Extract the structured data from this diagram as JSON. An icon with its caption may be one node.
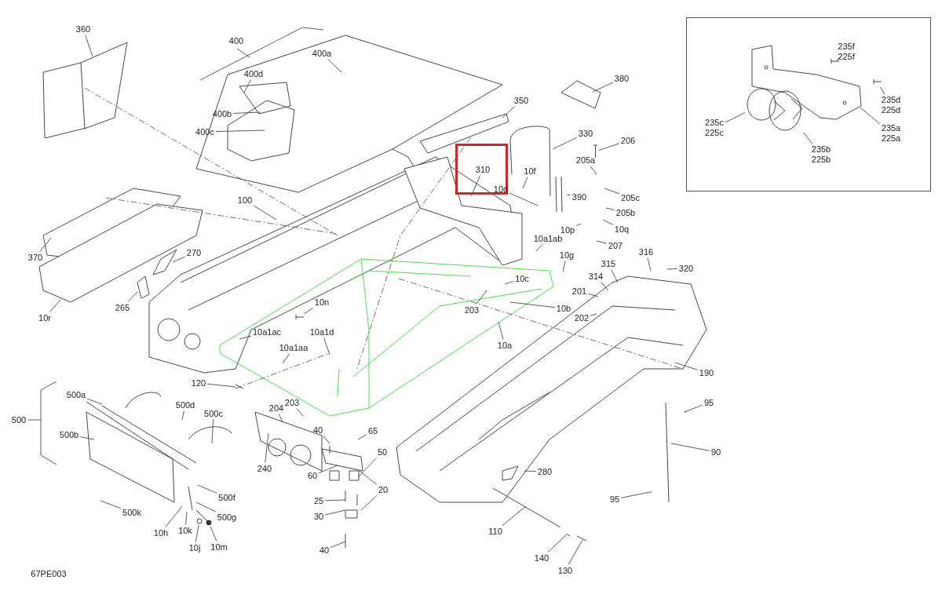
{
  "diagram": {
    "nodes": [
      {
        "text": [],
        "shape": "box"
      },
      {
        "text": [
          "235f",
          "225f"
        ],
        "in": 0
      },
      {
        "text": [
          "235d",
          "225d"
        ],
        "in": 0
      },
      {
        "text": [
          "235c",
          "225c"
        ],
        "in": 0
      },
      {
        "text": [
          "235a",
          "225a"
        ],
        "in": 0
      },
      {
        "text": [
          "235b",
          "225b"
        ],
        "in": 0
      },
      {
        "text": [
          "360"
        ]
      },
      {
        "text": [
          "400a"
        ]
      },
      {
        "text": [
          "400d"
        ]
      },
      {
        "text": [
          "400b"
        ]
      },
      {
        "text": [
          "400c"
        ]
      },
      {
        "text": [
          "380"
        ]
      },
      {
        "text": [
          "350"
        ]
      },
      {
        "text": [
          "330"
        ]
      },
      {
        "text": [
          "206"
        ]
      },
      {
        "text": [
          "205a"
        ]
      },
      {
        "text": [],
        "shape": "box"
      },
      {
        "text": [
          "310"
        ],
        "in": 16
      },
      {
        "text": [
          "10d"
        ],
        "in": 16
      },
      {
        "text": [
          "10f"
        ]
      },
      {
        "text": [
          "205c"
        ]
      },
      {
        "text": [
          "390"
        ]
      },
      {
        "text": [
          "205b"
        ]
      },
      {
        "text": [
          "100"
        ]
      },
      {
        "text": [
          "10q"
        ]
      },
      {
        "text": [
          "10p"
        ]
      },
      {
        "text": [
          "10a1ab"
        ]
      },
      {
        "text": [
          "207"
        ]
      },
      {
        "text": [
          "370"
        ]
      },
      {
        "text": [
          "270"
        ]
      },
      {
        "text": [
          "316"
        ]
      },
      {
        "text": [
          "10g"
        ]
      },
      {
        "text": [
          "320"
        ]
      },
      {
        "text": [
          "315"
        ]
      },
      {
        "text": [
          "314"
        ]
      },
      {
        "text": [
          "10c"
        ]
      },
      {
        "text": [
          "201"
        ]
      },
      {
        "text": [
          "10b"
        ]
      },
      {
        "text": [
          "203"
        ]
      },
      {
        "text": [
          "10n"
        ]
      },
      {
        "text": [
          "265"
        ]
      },
      {
        "text": [
          "10r"
        ]
      },
      {
        "text": [
          "202"
        ]
      },
      {
        "text": [
          "10a1ac"
        ]
      },
      {
        "text": [
          "10a1d"
        ]
      },
      {
        "text": [
          "10a"
        ]
      },
      {
        "text": [
          "10a1aa"
        ]
      },
      {
        "text": [
          "190"
        ]
      },
      {
        "text": [
          "120"
        ]
      },
      {
        "text": [
          "500a"
        ]
      },
      {
        "text": [
          "95"
        ]
      },
      {
        "text": [
          "203"
        ]
      },
      {
        "text": [
          "204"
        ]
      },
      {
        "text": [
          "500d"
        ]
      },
      {
        "text": [
          "500c"
        ]
      },
      {
        "text": [
          "500b"
        ]
      },
      {
        "text": [
          "40"
        ]
      },
      {
        "text": [
          "65"
        ]
      },
      {
        "text": [
          "90"
        ]
      },
      {
        "text": [
          "50"
        ]
      },
      {
        "text": [
          "240"
        ]
      },
      {
        "text": [
          "280"
        ]
      },
      {
        "text": [
          "60"
        ]
      },
      {
        "text": [
          "20"
        ]
      },
      {
        "text": [
          "25"
        ]
      },
      {
        "text": [
          "500f"
        ]
      },
      {
        "text": [
          "95"
        ]
      },
      {
        "text": [
          "500k"
        ]
      },
      {
        "text": [
          "30"
        ]
      },
      {
        "text": [
          "500g"
        ]
      },
      {
        "text": [
          "110"
        ]
      },
      {
        "text": [
          "10k"
        ]
      },
      {
        "text": [
          "10h"
        ]
      },
      {
        "text": [
          "10j"
        ]
      },
      {
        "text": [
          "10m"
        ]
      },
      {
        "text": [
          "40"
        ]
      },
      {
        "text": [
          "140"
        ]
      },
      {
        "text": [
          "130"
        ]
      },
      {
        "text": [],
        "shape": "picture",
        "in": 0
      },
      {
        "text": [],
        "shape": "picture",
        "in": 0
      },
      {
        "text": [],
        "shape": "picture",
        "in": 0
      },
      {
        "text": [],
        "shape": "circle",
        "in": 0
      },
      {
        "text": [],
        "shape": "picture",
        "in": 0
      },
      {
        "text": [],
        "shape": "picture"
      },
      {
        "text": [],
        "shape": "picture"
      },
      {
        "text": [],
        "shape": "circle"
      },
      {
        "text": [],
        "shape": "circle"
      }
    ],
    "edges": [
      {
        "from": 1,
        "to": 79,
        "arrow": "none"
      },
      {
        "from": 2,
        "to": 80,
        "arrow": "none"
      },
      {
        "from": 3,
        "to": 81,
        "arrow": "none"
      },
      {
        "from": 4,
        "to": 78,
        "arrow": "none"
      },
      {
        "from": 5,
        "to": 82,
        "arrow": "none"
      },
      {
        "from": 6,
        "to": null,
        "arrow": "none"
      },
      {
        "from": 7,
        "to": null,
        "arrow": "none"
      },
      {
        "from": 8,
        "to": null,
        "arrow": "none"
      },
      {
        "from": 9,
        "to": null,
        "arrow": "none"
      },
      {
        "from": 10,
        "to": null,
        "arrow": "none"
      },
      {
        "from": 11,
        "to": null,
        "arrow": "none"
      },
      {
        "from": 12,
        "to": null,
        "arrow": "none"
      },
      {
        "from": 13,
        "to": null,
        "arrow": "none"
      },
      {
        "from": 14,
        "to": 83,
        "arrow": "none"
      },
      {
        "from": 15,
        "to": null,
        "arrow": "none"
      },
      {
        "from": 17,
        "to": null,
        "arrow": "none"
      },
      {
        "from": 18,
        "to": null,
        "arrow": "none"
      },
      {
        "from": 19,
        "to": null,
        "arrow": "none"
      },
      {
        "from": 20,
        "to": null,
        "arrow": "none"
      },
      {
        "from": 21,
        "to": null,
        "arrow": "none"
      },
      {
        "from": 22,
        "to": null,
        "arrow": "none"
      },
      {
        "from": 23,
        "to": null,
        "arrow": "none"
      },
      {
        "from": 24,
        "to": null,
        "arrow": "none"
      },
      {
        "from": 25,
        "to": null,
        "arrow": "none"
      },
      {
        "from": 26,
        "to": null,
        "arrow": "none"
      },
      {
        "from": 27,
        "to": null,
        "arrow": "none"
      },
      {
        "from": 28,
        "to": null,
        "arrow": "none"
      },
      {
        "from": 29,
        "to": null,
        "arrow": "none"
      },
      {
        "from": 30,
        "to": null,
        "arrow": "none"
      },
      {
        "from": 31,
        "to": null,
        "arrow": "none"
      },
      {
        "from": 32,
        "to": null,
        "arrow": "none"
      },
      {
        "from": 33,
        "to": null,
        "arrow": "none"
      },
      {
        "from": 34,
        "to": null,
        "arrow": "none"
      },
      {
        "from": 35,
        "to": null,
        "arrow": "none"
      },
      {
        "from": 36,
        "to": null,
        "arrow": "none"
      },
      {
        "from": 37,
        "to": null,
        "arrow": "none"
      },
      {
        "from": 38,
        "to": null,
        "arrow": "none"
      },
      {
        "from": 39,
        "to": 84,
        "arrow": "none"
      },
      {
        "from": 40,
        "to": null,
        "arrow": "none"
      },
      {
        "from": 41,
        "to": null,
        "arrow": "none"
      },
      {
        "from": 42,
        "to": null,
        "arrow": "none"
      },
      {
        "from": 43,
        "to": null,
        "arrow": "none"
      },
      {
        "from": 44,
        "to": null,
        "arrow": "none"
      },
      {
        "from": 45,
        "to": null,
        "arrow": "none"
      },
      {
        "from": 46,
        "to": null,
        "arrow": "none"
      },
      {
        "from": 47,
        "to": null,
        "arrow": "none"
      },
      {
        "from": 48,
        "to": null,
        "arrow": "none"
      },
      {
        "from": 49,
        "to": null,
        "arrow": "none"
      },
      {
        "from": 50,
        "to": null,
        "arrow": "none"
      },
      {
        "from": 51,
        "to": null,
        "arrow": "none"
      },
      {
        "from": 52,
        "to": null,
        "arrow": "none"
      },
      {
        "from": 53,
        "to": null,
        "arrow": "none"
      },
      {
        "from": 54,
        "to": null,
        "arrow": "none"
      },
      {
        "from": 55,
        "to": null,
        "arrow": "none"
      },
      {
        "from": 56,
        "to": null,
        "arrow": "none"
      },
      {
        "from": 57,
        "to": null,
        "arrow": "none"
      },
      {
        "from": 58,
        "to": null,
        "arrow": "none"
      },
      {
        "from": 59,
        "to": null,
        "arrow": "none"
      },
      {
        "from": 60,
        "to": null,
        "arrow": "none"
      },
      {
        "from": 61,
        "to": null,
        "arrow": "none"
      },
      {
        "from": 62,
        "to": null,
        "arrow": "none"
      },
      {
        "from": 63,
        "to": null,
        "arrow": "none"
      },
      {
        "from": 63,
        "to": null,
        "arrow": "none"
      },
      {
        "from": 64,
        "to": null,
        "arrow": "none"
      },
      {
        "from": 65,
        "to": null,
        "arrow": "none"
      },
      {
        "from": 66,
        "to": null,
        "arrow": "none"
      },
      {
        "from": 67,
        "to": null,
        "arrow": "none"
      },
      {
        "from": 68,
        "to": null,
        "arrow": "none"
      },
      {
        "from": 69,
        "to": null,
        "arrow": "none"
      },
      {
        "from": 70,
        "to": null,
        "arrow": "none"
      },
      {
        "from": 71,
        "to": null,
        "arrow": "none"
      },
      {
        "from": 72,
        "to": null,
        "arrow": "none"
      },
      {
        "from": 73,
        "to": 85,
        "arrow": "none"
      },
      {
        "from": 74,
        "to": 86,
        "arrow": "none"
      },
      {
        "from": 75,
        "to": null,
        "arrow": "none"
      },
      {
        "from": 76,
        "to": null,
        "arrow": "none"
      },
      {
        "from": 77,
        "to": null,
        "arrow": "none"
      }
    ],
    "labels": [
      "400",
      "500",
      "67PE003"
    ]
  }
}
